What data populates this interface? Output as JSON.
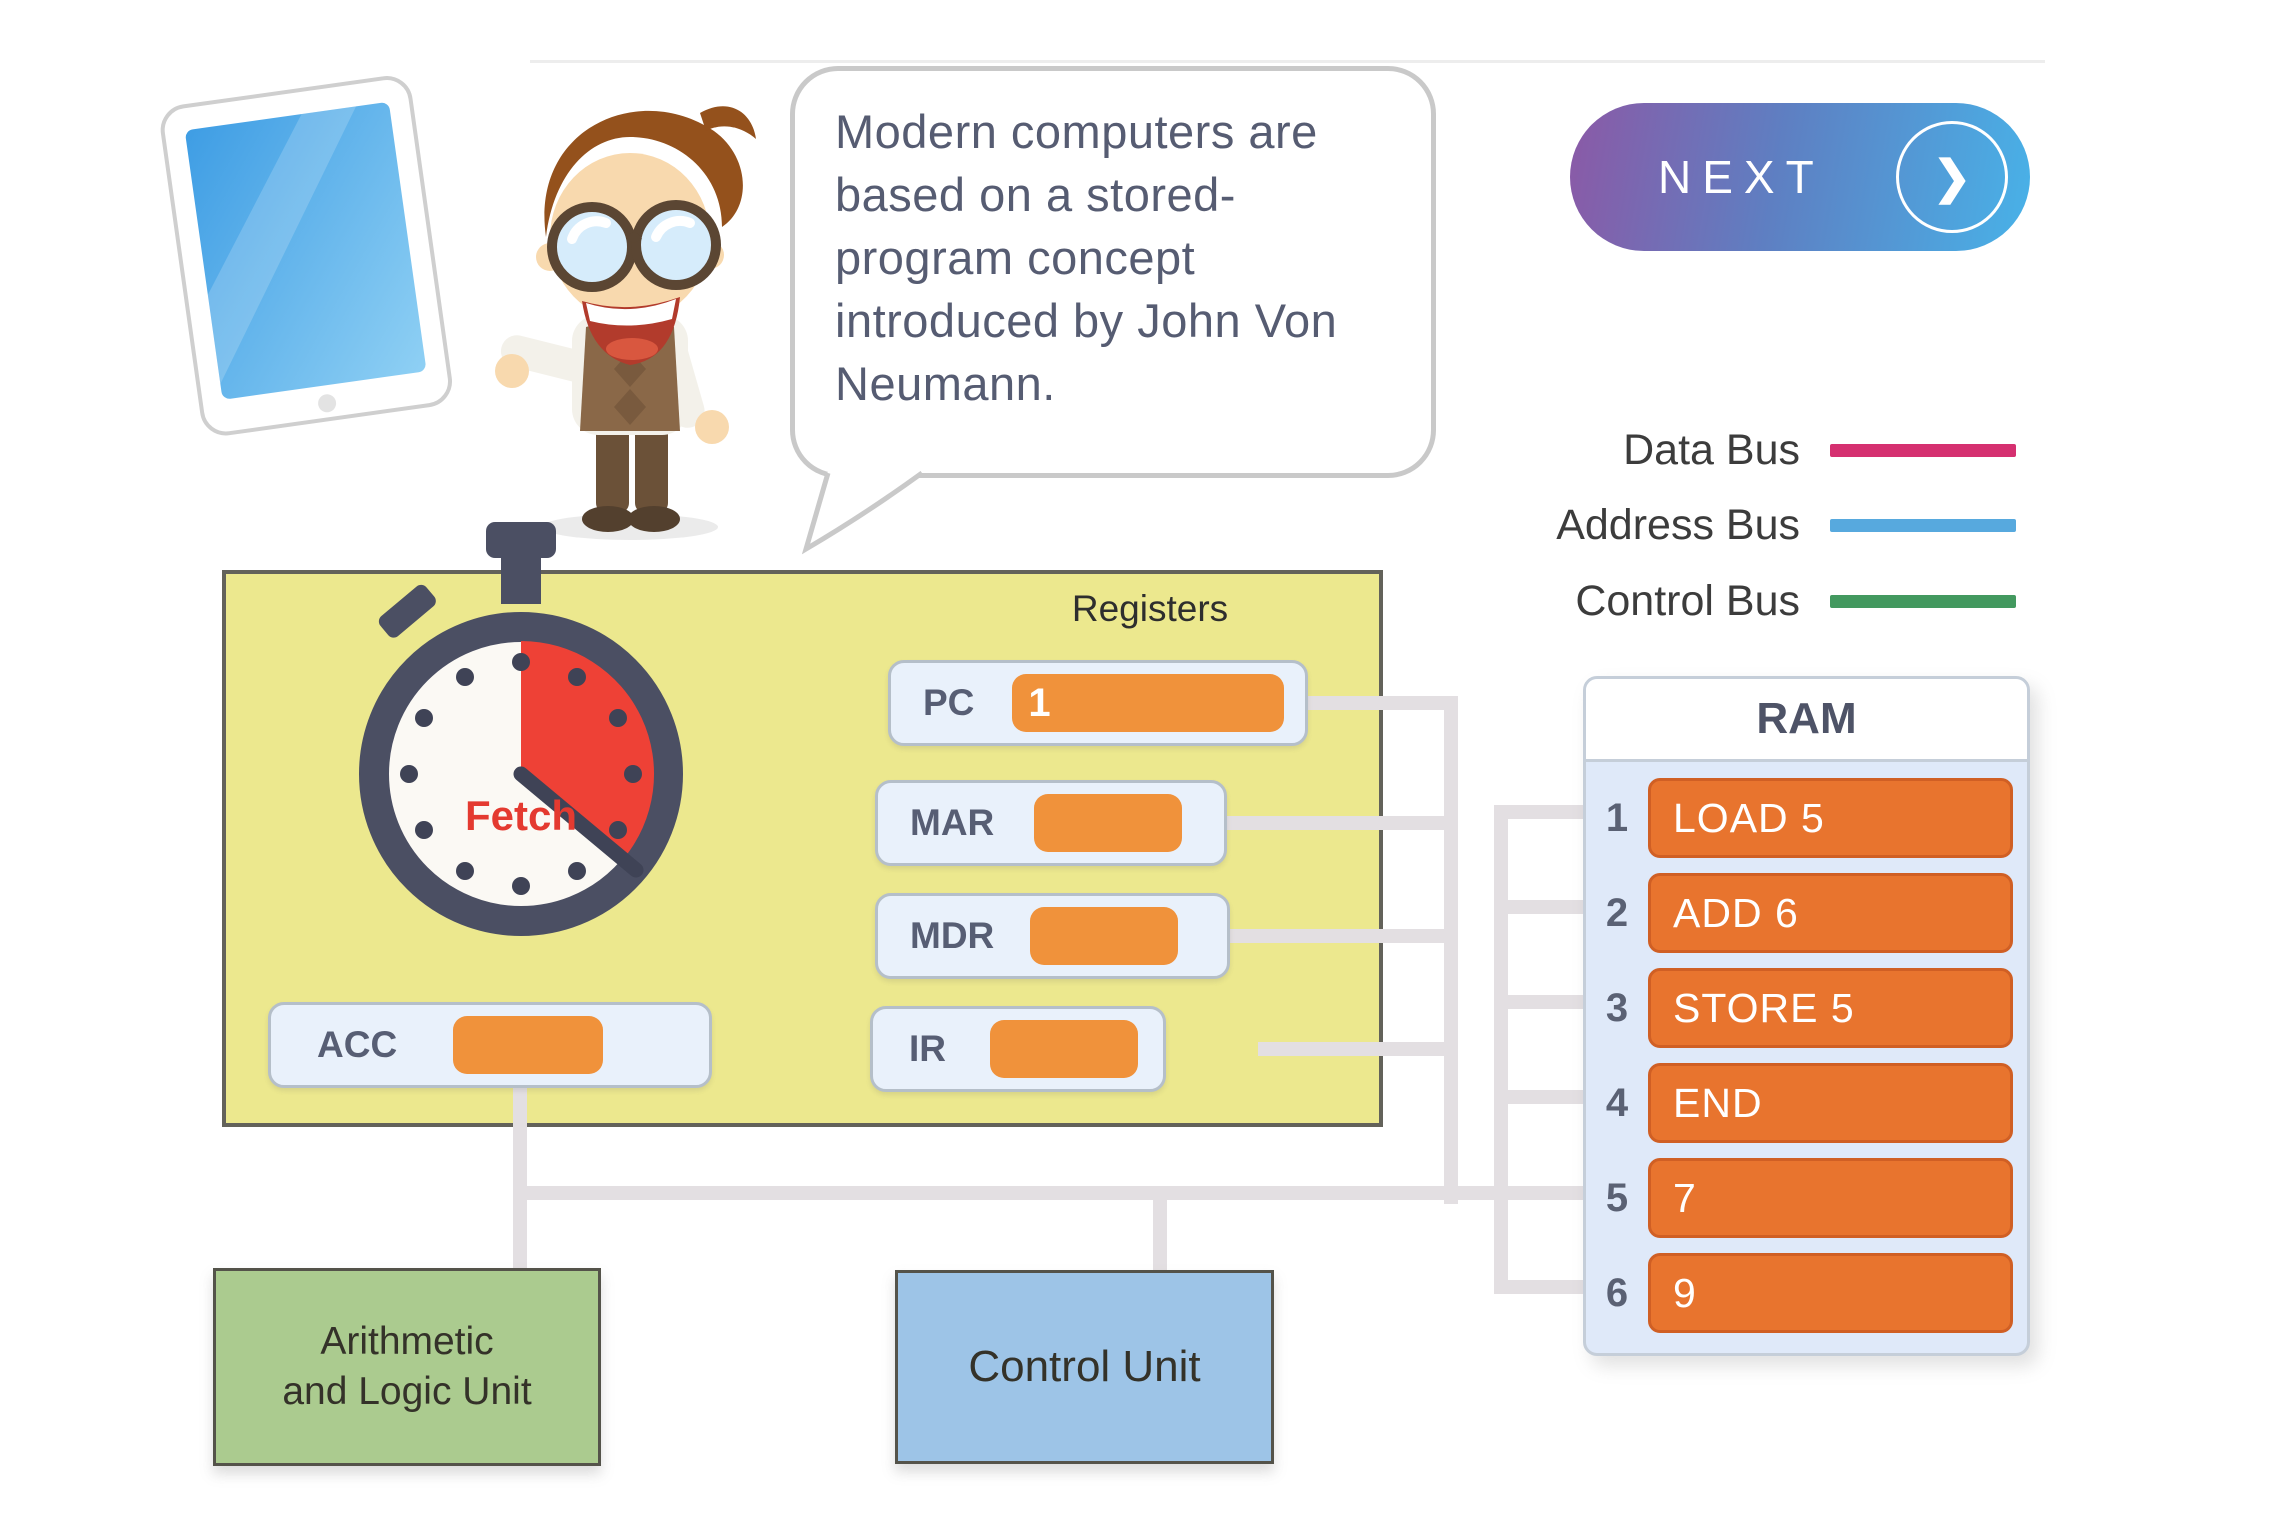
{
  "bubble": {
    "text": "Modern computers are based on a stored-program concept introduced by John Von Neumann."
  },
  "next": {
    "label": "NEXT",
    "chevron": "❯"
  },
  "legend": {
    "items": [
      {
        "label": "Data Bus",
        "color": "#d53070"
      },
      {
        "label": "Address Bus",
        "color": "#57a9de"
      },
      {
        "label": "Control Bus",
        "color": "#43995f"
      }
    ]
  },
  "cpu": {
    "registers_title": "Registers",
    "stopwatch_phase": "Fetch",
    "registers": [
      {
        "name": "PC",
        "value": "1"
      },
      {
        "name": "MAR",
        "value": ""
      },
      {
        "name": "MDR",
        "value": ""
      },
      {
        "name": "IR",
        "value": ""
      },
      {
        "name": "ACC",
        "value": ""
      }
    ]
  },
  "ram": {
    "title": "RAM",
    "rows": [
      {
        "address": "1",
        "content": "LOAD 5"
      },
      {
        "address": "2",
        "content": "ADD 6"
      },
      {
        "address": "3",
        "content": "STORE 5"
      },
      {
        "address": "4",
        "content": "END"
      },
      {
        "address": "5",
        "content": "7"
      },
      {
        "address": "6",
        "content": "9"
      }
    ]
  },
  "units": {
    "alu_line1": "Arithmetic",
    "alu_line2": "and Logic Unit",
    "control": "Control Unit"
  }
}
